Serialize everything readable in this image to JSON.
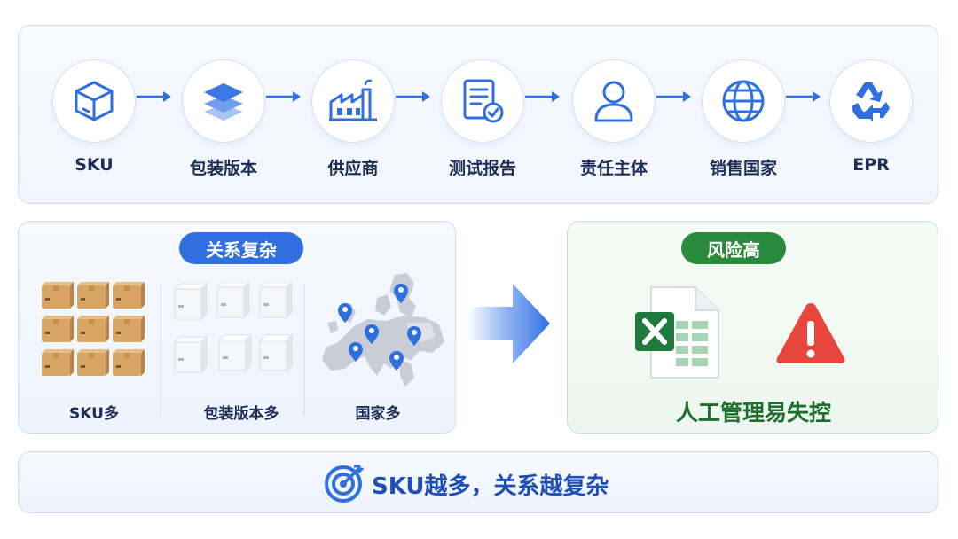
{
  "flow": {
    "steps": [
      {
        "label": "SKU",
        "icon": "cube-icon"
      },
      {
        "label": "包装版本",
        "icon": "layers-icon"
      },
      {
        "label": "供应商",
        "icon": "factory-icon"
      },
      {
        "label": "测试报告",
        "icon": "report-check-icon"
      },
      {
        "label": "责任主体",
        "icon": "person-icon"
      },
      {
        "label": "销售国家",
        "icon": "globe-icon"
      },
      {
        "label": "EPR",
        "icon": "recycle-icon"
      }
    ]
  },
  "relations": {
    "badge": "关系复杂",
    "columns": [
      {
        "label": "SKU多",
        "icon": "cardboard-boxes-icon"
      },
      {
        "label": "包装版本多",
        "icon": "white-boxes-icon"
      },
      {
        "label": "国家多",
        "icon": "europe-map-icon"
      }
    ]
  },
  "risk": {
    "badge": "风险高",
    "message": "人工管理易失控",
    "icons": [
      "excel-icon",
      "warning-icon"
    ]
  },
  "footer": {
    "text": "SKU越多，关系越复杂",
    "icon": "target-icon"
  },
  "colors": {
    "primary": "#2f6fe0",
    "dark_text": "#1d2d56",
    "green": "#2a8a3c",
    "warning": "#e8453c"
  }
}
